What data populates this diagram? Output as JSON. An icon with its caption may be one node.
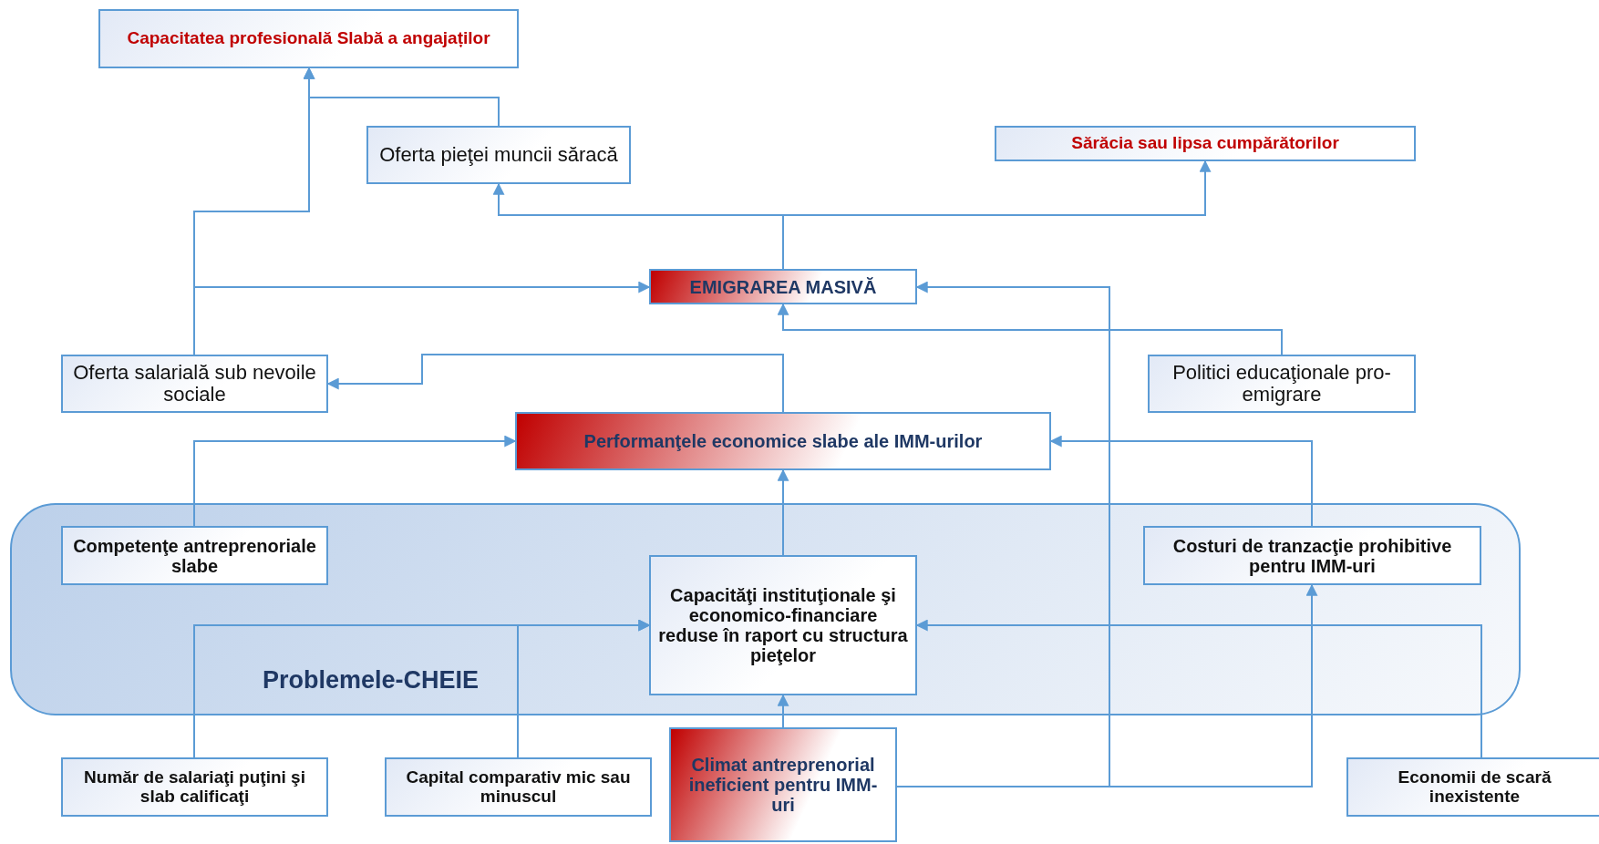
{
  "diagram": {
    "nodes": [
      {
        "text": [
          "Capacitatea profesională Slabă a angajaților"
        ]
      },
      {
        "text": [
          "Oferta pieţei muncii săracă"
        ]
      },
      {
        "text": [
          "Sărăcia sau lipsa cumpărătorilor"
        ]
      },
      {
        "text": [
          "EMIGRAREA MASIVĂ"
        ]
      },
      {
        "text": [
          "Oferta salarială sub nevoile sociale"
        ]
      },
      {
        "text": [
          "Politici educaţionale pro-emigrare"
        ]
      },
      {
        "text": [
          "Performanţele economice slabe ale IMM-urilor"
        ]
      },
      {
        "text": [
          "Problemele-CHEIE"
        ]
      },
      {
        "text": [
          "Competenţe antreprenoriale slabe"
        ],
        "in": 7
      },
      {
        "text": [
          "Costuri de tranzacţie prohibitive pentru IMM-uri"
        ],
        "in": 7
      },
      {
        "text": [
          "Capacităţi instituţionale şi economico-financiare reduse în raport cu structura pieţelor"
        ],
        "in": 7
      },
      {
        "text": [
          "Număr de salariaţi puţini şi slab calificaţi"
        ]
      },
      {
        "text": [
          "Capital comparativ mic sau minuscul"
        ]
      },
      {
        "text": [
          "Climat antreprenorial ineficient pentru IMM-uri"
        ]
      },
      {
        "text": [
          "Economii de scară inexistente"
        ]
      }
    ],
    "edges": [
      {
        "from": 1,
        "to": 0,
        "arrow": "to"
      },
      {
        "from": 4,
        "to": 0,
        "arrow": "to"
      },
      {
        "from": 4,
        "to": 3,
        "arrow": "to"
      },
      {
        "from": 3,
        "to": 1,
        "arrow": "to"
      },
      {
        "from": 3,
        "to": 2,
        "arrow": "to"
      },
      {
        "from": 5,
        "to": 3,
        "arrow": "to"
      },
      {
        "from": 6,
        "to": 4,
        "arrow": "to"
      },
      {
        "from": 8,
        "to": 6,
        "arrow": "to"
      },
      {
        "from": 9,
        "to": 6,
        "arrow": "to"
      },
      {
        "from": 10,
        "to": 6,
        "arrow": "to"
      },
      {
        "from": 13,
        "to": 10,
        "arrow": "to"
      },
      {
        "from": 13,
        "to": 3,
        "arrow": "to"
      },
      {
        "from": 13,
        "to": 9,
        "arrow": "to"
      },
      {
        "from": 11,
        "to": 10,
        "arrow": "to"
      },
      {
        "from": 12,
        "to": 10,
        "arrow": "to"
      },
      {
        "from": 14,
        "to": 10,
        "arrow": "to"
      }
    ]
  }
}
